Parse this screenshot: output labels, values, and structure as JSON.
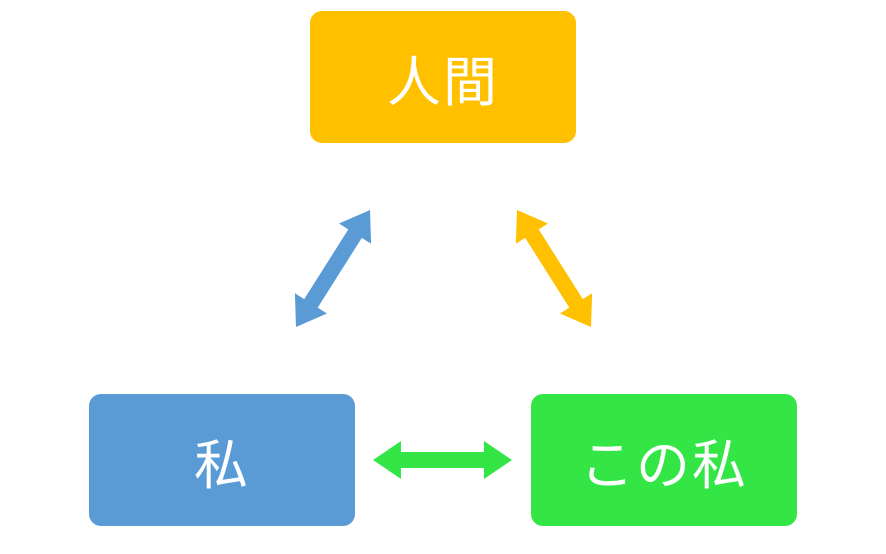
{
  "nodes": {
    "top": {
      "label": "人間",
      "color": "#FFC000"
    },
    "left": {
      "label": "私",
      "color": "#5B9BD5"
    },
    "right": {
      "label": "この私",
      "color": "#33E646"
    }
  },
  "arrows": [
    {
      "from": "left",
      "to": "top",
      "color": "#5B9BD5",
      "direction": "bidirectional"
    },
    {
      "from": "top",
      "to": "right",
      "color": "#FFC000",
      "direction": "bidirectional"
    },
    {
      "from": "left",
      "to": "right",
      "color": "#33E646",
      "direction": "bidirectional"
    }
  ]
}
